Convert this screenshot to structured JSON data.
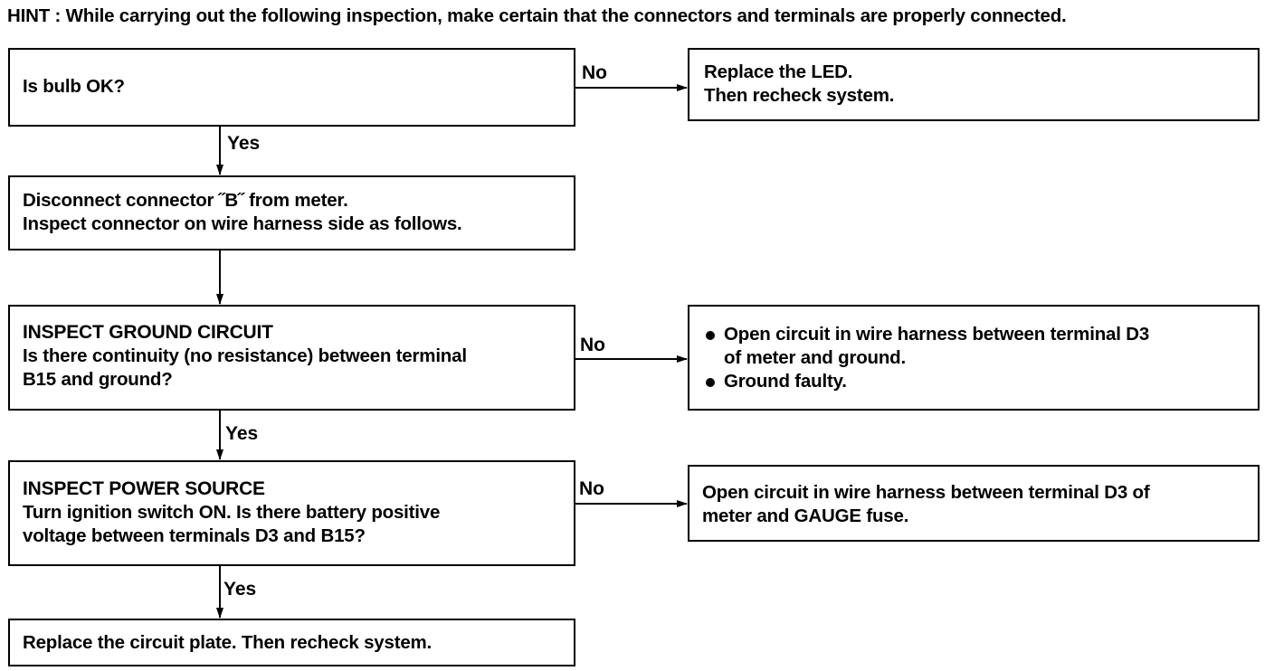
{
  "hint": "HINT : While carrying out the following inspection, make certain that the connectors and terminals are properly connected.",
  "nodes": {
    "q_bulb": {
      "lines": [
        "Is bulb OK?"
      ]
    },
    "replace_led": {
      "lines": [
        "Replace the LED.",
        "Then recheck system."
      ]
    },
    "disconnect": {
      "lines": [
        "Disconnect connector ˝B˝ from meter.",
        "Inspect connector on wire harness side as follows."
      ]
    },
    "ground_check": {
      "heading": "INSPECT GROUND CIRCUIT",
      "lines": [
        "Is there continuity (no resistance) between terminal",
        "B15 and ground?"
      ]
    },
    "ground_result": {
      "bullets": [
        [
          "Open circuit in wire harness between terminal D3",
          "of meter and ground."
        ],
        [
          "Ground faulty."
        ]
      ]
    },
    "power_check": {
      "heading": "INSPECT POWER SOURCE",
      "lines": [
        "Turn ignition switch ON. Is there battery positive",
        "voltage between terminals D3 and B15?"
      ]
    },
    "power_result": {
      "lines": [
        "Open circuit in wire harness between terminal D3 of",
        "meter and GAUGE fuse."
      ]
    },
    "replace_plate": {
      "lines": [
        "Replace the circuit plate. Then recheck system."
      ]
    }
  },
  "edges": {
    "bulb_no": "No",
    "bulb_yes": "Yes",
    "ground_no": "No",
    "ground_yes": "Yes",
    "power_no": "No",
    "power_yes": "Yes"
  }
}
